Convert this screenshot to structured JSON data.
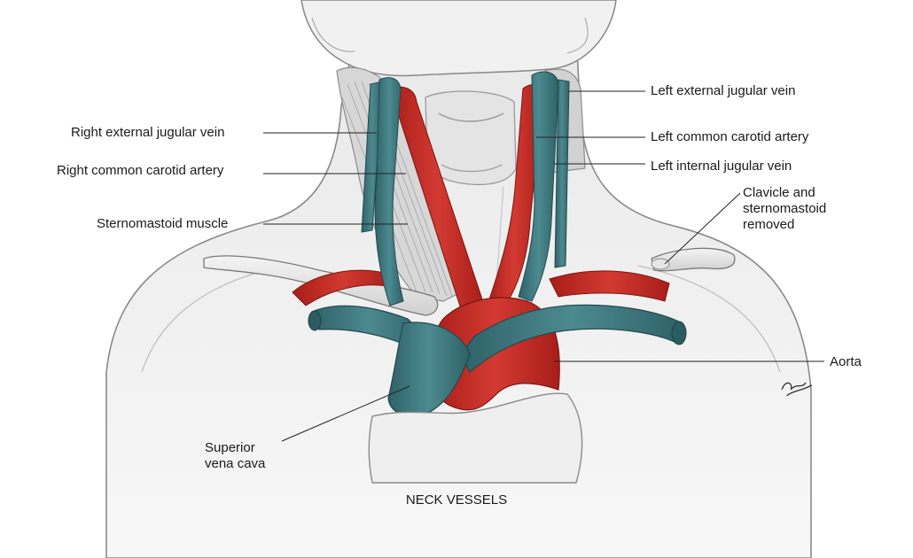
{
  "figure": {
    "caption": "NECK VESSELS",
    "signature": "Ron Thomas"
  },
  "labels": {
    "right_external_jugular_vein": "Right external jugular vein",
    "right_common_carotid_artery": "Right common carotid artery",
    "sternomastoid_muscle": "Sternomastoid muscle",
    "left_external_jugular_vein": "Left external jugular vein",
    "left_common_carotid_artery": "Left common carotid artery",
    "left_internal_jugular_vein": "Left internal jugular vein",
    "clavicle_line1": "Clavicle and",
    "clavicle_line2": "sternomastoid",
    "clavicle_line3": "removed",
    "aorta": "Aorta",
    "svc_line1": "Superior",
    "svc_line2": "vena cava"
  },
  "colors": {
    "artery": "#c32a24",
    "vein": "#3f7a80",
    "muscle": "#c9c9c9",
    "outline": "#6e6e6e",
    "skin": "#f2f2f2"
  }
}
